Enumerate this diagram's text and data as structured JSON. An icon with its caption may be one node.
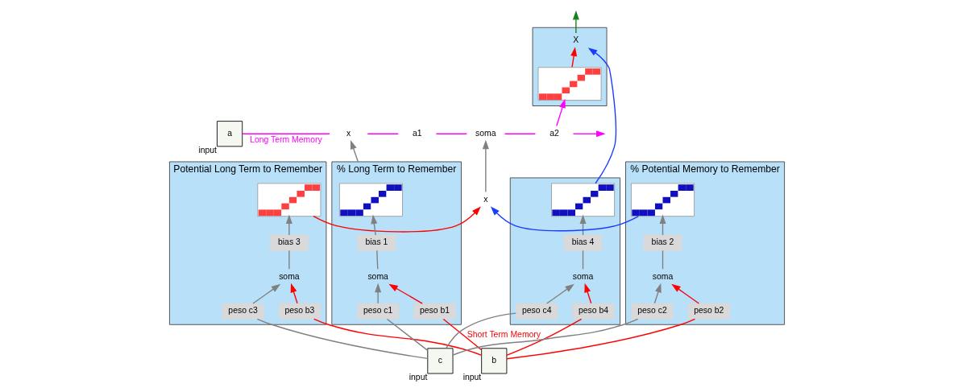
{
  "diagram": {
    "nodes": [
      {
        "text": [
          "a"
        ],
        "beside": [
          "input"
        ]
      },
      {
        "text": [
          "b"
        ],
        "beside": [
          "input"
        ]
      },
      {
        "text": [
          "c"
        ],
        "beside": [
          "input"
        ]
      },
      {
        "text": [
          "x"
        ]
      },
      {
        "text": [
          "a1"
        ]
      },
      {
        "text": [
          "soma"
        ]
      },
      {
        "text": [
          "a2"
        ]
      },
      {
        "text": [
          "% Long Term to Remember"
        ]
      },
      {
        "text": [],
        "shape": "picture",
        "in": 7
      },
      {
        "text": [
          "bias 1"
        ],
        "in": 7
      },
      {
        "text": [
          "soma"
        ],
        "in": 7
      },
      {
        "text": [
          "peso b1"
        ],
        "in": 7
      },
      {
        "text": [
          "peso c1"
        ],
        "in": 7
      },
      {
        "text": [
          "% Potential Memory to Remember"
        ]
      },
      {
        "text": [],
        "shape": "picture",
        "in": 13
      },
      {
        "text": [
          "bias 2"
        ],
        "in": 13
      },
      {
        "text": [
          "soma"
        ],
        "in": 13
      },
      {
        "text": [
          "peso b2"
        ],
        "in": 13
      },
      {
        "text": [
          "peso c2"
        ],
        "in": 13
      },
      {
        "text": [
          "x"
        ]
      },
      {
        "text": [
          "Potential Long Term to Remember"
        ]
      },
      {
        "text": [],
        "shape": "picture",
        "in": 20
      },
      {
        "text": [
          "bias 3"
        ],
        "in": 20
      },
      {
        "text": [
          "soma"
        ],
        "in": 20
      },
      {
        "text": [
          "peso b3"
        ],
        "in": 20
      },
      {
        "text": [
          "peso c3"
        ],
        "in": 20
      },
      {
        "text": [],
        "shape": "box"
      },
      {
        "text": [],
        "shape": "picture",
        "in": 26
      },
      {
        "text": [
          "bias 4"
        ],
        "in": 26
      },
      {
        "text": [
          "soma"
        ],
        "in": 26
      },
      {
        "text": [
          "peso b4"
        ],
        "in": 26
      },
      {
        "text": [
          "peso c4"
        ],
        "in": 26
      },
      {
        "text": [],
        "shape": "box"
      },
      {
        "text": [],
        "shape": "picture",
        "in": 32
      },
      {
        "text": [
          "X"
        ],
        "in": 32
      }
    ],
    "edges": [
      {
        "from": 0,
        "to": 3,
        "arrow": "none",
        "label": "Long Term Memory",
        "color": "#ff00ff"
      },
      {
        "from": 3,
        "to": 4,
        "arrow": "none",
        "color": "#ff00ff"
      },
      {
        "from": 4,
        "to": 5,
        "arrow": "none",
        "color": "#ff00ff"
      },
      {
        "from": 5,
        "to": 6,
        "arrow": "none",
        "color": "#ff00ff"
      },
      {
        "from": 6,
        "to": null,
        "arrow": "to",
        "color": "#ff00ff"
      },
      {
        "from": 6,
        "to": 33,
        "arrow": "to",
        "color": "#ff00ff"
      },
      {
        "from": 1,
        "to": 11,
        "arrow": "none",
        "label": "Short Term Memory",
        "color": "#ff0000"
      },
      {
        "from": 1,
        "to": 17,
        "arrow": "none",
        "color": "#ff0000"
      },
      {
        "from": 1,
        "to": 24,
        "arrow": "none",
        "color": "#ff0000"
      },
      {
        "from": 1,
        "to": 30,
        "arrow": "none",
        "color": "#ff0000"
      },
      {
        "from": 11,
        "to": 10,
        "arrow": "to",
        "color": "#ff0000"
      },
      {
        "from": 17,
        "to": 16,
        "arrow": "to",
        "color": "#ff0000"
      },
      {
        "from": 24,
        "to": 23,
        "arrow": "to",
        "color": "#ff0000"
      },
      {
        "from": 30,
        "to": 29,
        "arrow": "to",
        "color": "#ff0000"
      },
      {
        "from": 2,
        "to": 12,
        "arrow": "none"
      },
      {
        "from": 2,
        "to": 18,
        "arrow": "none"
      },
      {
        "from": 2,
        "to": 25,
        "arrow": "none"
      },
      {
        "from": 2,
        "to": 31,
        "arrow": "none"
      },
      {
        "from": 12,
        "to": 10,
        "arrow": "to"
      },
      {
        "from": 18,
        "to": 16,
        "arrow": "to"
      },
      {
        "from": 25,
        "to": 23,
        "arrow": "to"
      },
      {
        "from": 31,
        "to": 29,
        "arrow": "to"
      },
      {
        "from": 10,
        "to": 9,
        "arrow": "none"
      },
      {
        "from": 16,
        "to": 15,
        "arrow": "none"
      },
      {
        "from": 23,
        "to": 22,
        "arrow": "none"
      },
      {
        "from": 29,
        "to": 28,
        "arrow": "none"
      },
      {
        "from": 9,
        "to": 8,
        "arrow": "to"
      },
      {
        "from": 15,
        "to": 14,
        "arrow": "to"
      },
      {
        "from": 22,
        "to": 21,
        "arrow": "to"
      },
      {
        "from": 28,
        "to": 27,
        "arrow": "to"
      },
      {
        "from": 7,
        "to": 3,
        "arrow": "to"
      },
      {
        "from": 14,
        "to": 19,
        "arrow": "to",
        "color": "#1a3cff"
      },
      {
        "from": 21,
        "to": 19,
        "arrow": "to",
        "color": "#ff0000"
      },
      {
        "from": 19,
        "to": 5,
        "arrow": "to"
      },
      {
        "from": 27,
        "to": 34,
        "arrow": "to",
        "color": "#1a3cff"
      },
      {
        "from": 33,
        "to": 34,
        "arrow": "to",
        "color": "#ff0000"
      },
      {
        "from": 34,
        "to": null,
        "arrow": "to",
        "color": "#1a7f1a"
      }
    ]
  }
}
